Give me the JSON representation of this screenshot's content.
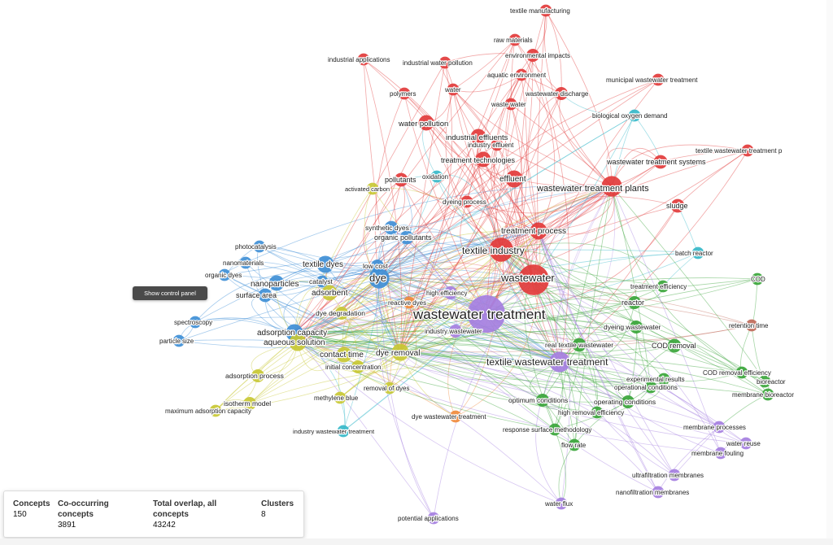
{
  "control_panel_button": "Show control panel",
  "stats": [
    {
      "label": "Concepts",
      "value": "150"
    },
    {
      "label": "Co-occurring concepts",
      "value": "3891"
    },
    {
      "label": "Total overlap, all concepts",
      "value": "43242"
    },
    {
      "label": "Clusters",
      "value": "8"
    }
  ],
  "clusters": {
    "red": "#e23b3b",
    "blue": "#3f8fd6",
    "green": "#3aa53a",
    "yellow": "#c8c834",
    "purple": "#a57fe0",
    "cyan": "#36b8c9",
    "orange": "#f08a3c",
    "brown": "#c06a5a"
  },
  "nodes": [
    {
      "id": "wastewater treatment",
      "c": "purple",
      "size": 11,
      "major": true
    },
    {
      "id": "wastewater",
      "c": "red",
      "size": 9,
      "major": true
    },
    {
      "id": "textile industry",
      "c": "red",
      "size": 7,
      "major": true
    },
    {
      "id": "textile wastewater treatment",
      "c": "purple",
      "size": 6,
      "major": true
    },
    {
      "id": "wastewater treatment plants",
      "c": "red",
      "size": 6,
      "major": true
    },
    {
      "id": "dye",
      "c": "blue",
      "size": 6,
      "major": true
    },
    {
      "id": "treatment process",
      "c": "red",
      "size": 5
    },
    {
      "id": "dye removal",
      "c": "yellow",
      "size": 5
    },
    {
      "id": "effluent",
      "c": "red",
      "size": 5
    },
    {
      "id": "textile dyes",
      "c": "blue",
      "size": 5
    },
    {
      "id": "adsorption capacity",
      "c": "blue",
      "size": 5
    },
    {
      "id": "aqueous solution",
      "c": "yellow",
      "size": 5
    },
    {
      "id": "nanoparticles",
      "c": "blue",
      "size": 4.5
    },
    {
      "id": "contact time",
      "c": "yellow",
      "size": 4.5
    },
    {
      "id": "adsorbent",
      "c": "yellow",
      "size": 4.5
    },
    {
      "id": "treatment technologies",
      "c": "red",
      "size": 4.5
    },
    {
      "id": "industrial effluents",
      "c": "red",
      "size": 4.5
    },
    {
      "id": "water pollution",
      "c": "red",
      "size": 4.5
    },
    {
      "id": "pollutants",
      "c": "red",
      "size": 4
    },
    {
      "id": "wastewater treatment systems",
      "c": "red",
      "size": 4
    },
    {
      "id": "sludge",
      "c": "red",
      "size": 4
    },
    {
      "id": "surface area",
      "c": "blue",
      "size": 4
    },
    {
      "id": "organic pollutants",
      "c": "blue",
      "size": 4
    },
    {
      "id": "synthetic dyes",
      "c": "blue",
      "size": 4
    },
    {
      "id": "low cost",
      "c": "blue",
      "size": 3.8
    },
    {
      "id": "catalyst",
      "c": "blue",
      "size": 3.5
    },
    {
      "id": "photocatalysis",
      "c": "blue",
      "size": 3.5
    },
    {
      "id": "nanomaterials",
      "c": "blue",
      "size": 3.5
    },
    {
      "id": "organic dyes",
      "c": "blue",
      "size": 3.5
    },
    {
      "id": "spectroscopy",
      "c": "blue",
      "size": 3.5
    },
    {
      "id": "particle size",
      "c": "blue",
      "size": 3.5
    },
    {
      "id": "dye degradation",
      "c": "yellow",
      "size": 3.8
    },
    {
      "id": "reactive dyes",
      "c": "orange",
      "size": 3.5
    },
    {
      "id": "high efficiency",
      "c": "purple",
      "size": 3.8
    },
    {
      "id": "industry wastewater",
      "c": "purple",
      "size": 3.8
    },
    {
      "id": "initial concentration",
      "c": "yellow",
      "size": 3.8
    },
    {
      "id": "adsorption process",
      "c": "yellow",
      "size": 3.8
    },
    {
      "id": "isotherm model",
      "c": "yellow",
      "size": 3.8
    },
    {
      "id": "maximum adsorption capacity",
      "c": "yellow",
      "size": 3.5
    },
    {
      "id": "methylene blue",
      "c": "yellow",
      "size": 3.5
    },
    {
      "id": "removal of dyes",
      "c": "yellow",
      "size": 3.5
    },
    {
      "id": "dye wastewater treatment",
      "c": "orange",
      "size": 3.5
    },
    {
      "id": "industry wastewater treatment",
      "c": "cyan",
      "size": 3.5
    },
    {
      "id": "activated carbon",
      "c": "yellow",
      "size": 3.5
    },
    {
      "id": "oxidation",
      "c": "cyan",
      "size": 3.5
    },
    {
      "id": "dyeing process",
      "c": "red",
      "size": 3.5
    },
    {
      "id": "textile manufacturing",
      "c": "red",
      "size": 3.5
    },
    {
      "id": "raw materials",
      "c": "red",
      "size": 3.5
    },
    {
      "id": "environmental impacts",
      "c": "red",
      "size": 3.8
    },
    {
      "id": "industrial applications",
      "c": "red",
      "size": 3.5
    },
    {
      "id": "industrial water pollution",
      "c": "red",
      "size": 3.5
    },
    {
      "id": "aquatic environment",
      "c": "red",
      "size": 3.5
    },
    {
      "id": "polymers",
      "c": "red",
      "size": 3.5
    },
    {
      "id": "water",
      "c": "red",
      "size": 3.5
    },
    {
      "id": "wastewater discharge",
      "c": "red",
      "size": 3.8
    },
    {
      "id": "waste water",
      "c": "red",
      "size": 3.5
    },
    {
      "id": "municipal wastewater treatment",
      "c": "red",
      "size": 3.5
    },
    {
      "id": "biological oxygen demand",
      "c": "cyan",
      "size": 3.5
    },
    {
      "id": "industry effluent",
      "c": "red",
      "size": 3.5
    },
    {
      "id": "textile wastewater treatment p",
      "c": "red",
      "size": 3.5
    },
    {
      "id": "batch reactor",
      "c": "cyan",
      "size": 3.5
    },
    {
      "id": "COD",
      "c": "green",
      "size": 3.5
    },
    {
      "id": "treatment efficiency",
      "c": "green",
      "size": 3.5
    },
    {
      "id": "reactor",
      "c": "green",
      "size": 3.8
    },
    {
      "id": "retention time",
      "c": "brown",
      "size": 3.5
    },
    {
      "id": "dyeing wastewater",
      "c": "green",
      "size": 3.8
    },
    {
      "id": "COD removal",
      "c": "green",
      "size": 4
    },
    {
      "id": "real textile wastewater",
      "c": "green",
      "size": 4
    },
    {
      "id": "COD removal efficiency",
      "c": "green",
      "size": 3.5
    },
    {
      "id": "bioreactor",
      "c": "green",
      "size": 3.5
    },
    {
      "id": "membrane bioreactor",
      "c": "green",
      "size": 3.5
    },
    {
      "id": "experimental results",
      "c": "green",
      "size": 3.5
    },
    {
      "id": "operational conditions",
      "c": "green",
      "size": 3.5
    },
    {
      "id": "optimum conditions",
      "c": "green",
      "size": 3.8
    },
    {
      "id": "operating conditions",
      "c": "green",
      "size": 3.8
    },
    {
      "id": "high removal efficiency",
      "c": "green",
      "size": 3.5
    },
    {
      "id": "response surface methodology",
      "c": "green",
      "size": 3.5
    },
    {
      "id": "flow rate",
      "c": "green",
      "size": 3.5
    },
    {
      "id": "membrane processes",
      "c": "purple",
      "size": 3.5
    },
    {
      "id": "water reuse",
      "c": "purple",
      "size": 3.5
    },
    {
      "id": "membrane fouling",
      "c": "purple",
      "size": 3.5
    },
    {
      "id": "ultrafiltration membranes",
      "c": "purple",
      "size": 3.5
    },
    {
      "id": "nanofiltration membranes",
      "c": "purple",
      "size": 3.5
    },
    {
      "id": "water flux",
      "c": "purple",
      "size": 3.5
    },
    {
      "id": "potential applications",
      "c": "purple",
      "size": 3.5
    }
  ]
}
